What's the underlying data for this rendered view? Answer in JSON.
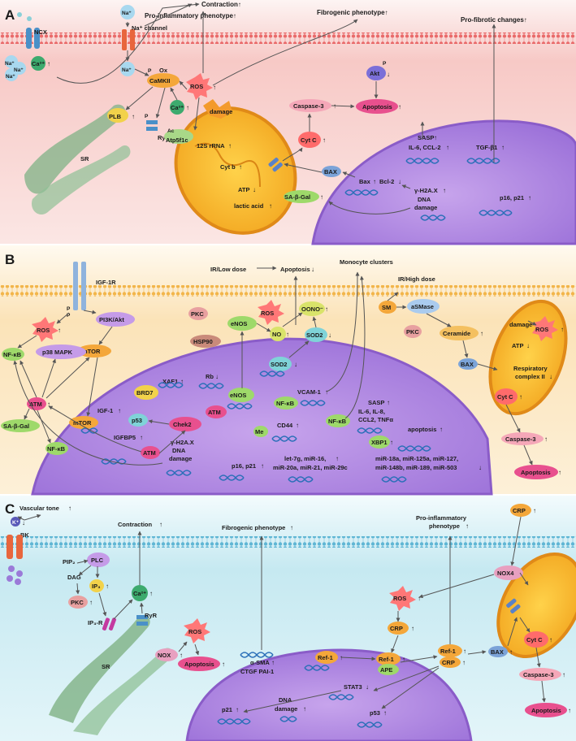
{
  "panels": {
    "a": "A",
    "b": "B",
    "c": "C"
  },
  "labels": {
    "a_contraction": "Contraction↑",
    "a_proinflam": "Pro-inflammatory phenotype↑",
    "a_fibrogenic": "Fibrogenic phenotype↑",
    "a_profibrotic": "Pro-fibrotic changes↑",
    "a_ncx": "NCX",
    "a_na_top": "Na⁺",
    "a_na_channel": "Na⁺ channel",
    "a_na_cyto": "Na⁺",
    "a_na_cluster": "Na⁺",
    "a_ca_left": "Ca²⁺",
    "a_ox": "Ox",
    "a_p1": "P",
    "a_camkii": "CaMKII",
    "a_plb": "PLB",
    "a_ryr": "RyR",
    "a_ca_sr": "Ca²⁺",
    "a_ros": "ROS",
    "a_sr": "SR",
    "a_damage": "damage",
    "a_ac": "Ac",
    "a_atp5f1c": "Atp5f1c",
    "a_rrna": "12S rRNA",
    "a_cytb": "Cyt b",
    "a_atp": "ATP",
    "a_lactic": "lactic acid",
    "a_casp3": "Caspase-3",
    "a_apoptosis": "Apoptosis",
    "a_akt": "Akt",
    "a_cytc": "Cyt C",
    "a_sasp": "SASP",
    "a_il6": "IL-6, CCL-2",
    "a_tgfb": "TGF-β1",
    "a_bax": "BAX",
    "a_bax_bcl": "Bax",
    "a_bcl2": "Bcl-2",
    "a_h2ax": "γ-H2A.X",
    "a_dna": "DNA",
    "a_dna_damage": "damage",
    "a_sabgal": "SA-β-Gal",
    "a_p16": "p16, p21",
    "b_igf1r": "IGF-1R",
    "b_pi3k": "PI3K/Akt",
    "b_ros": "ROS",
    "b_mtor": "mTOR",
    "b_p38": "p38 MAPK",
    "b_nfkb1": "NF-κB",
    "b_atm1": "ATM",
    "b_sabgal": "SA-β-Gal",
    "b_nfkb2": "NF-κB",
    "b_igf1": "IGF-1",
    "b_mtor2": "mTOR",
    "b_p53": "p53",
    "b_chek2": "Chek2",
    "b_igfbp5": "IGFBP5",
    "b_atm2": "ATM",
    "b_h2ax": "γ-H2A.X",
    "b_dna": "DNA",
    "b_damage": "damage",
    "b_brd7": "BRD7",
    "b_xaf1": "XAF1",
    "b_rb": "Rb",
    "b_atm3": "ATM",
    "b_enos_mem": "eNOS",
    "b_enos_nuc": "eNOS",
    "b_pkc": "PKC",
    "b_hsp90": "HSP90",
    "b_ros2": "ROS",
    "b_irlow": "IR/Low dose",
    "b_apoptosis_dn": "Apoptosis",
    "b_no": "NO",
    "b_oono": "OONO⁻",
    "b_sod2a": "SOD2",
    "b_sod2b": "SOD2",
    "b_monocyte": "Monocyte clusters",
    "b_vcam": "VCAM-1",
    "b_nfkb3": "NF-κB",
    "b_cd44": "CD44",
    "b_me": "Me",
    "b_nfkb4": "NF-κB",
    "b_sasp": "SASP",
    "b_ils": "IL-6, IL-8,",
    "b_ccl": "CCL2, TNFα",
    "b_apop_nuc": "apoptosis",
    "b_xbp1": "XBP1",
    "b_p16": "p16, p21",
    "b_mir1a": "let-7g, miR-16,",
    "b_mir1b": "miR-20a, miR-21, miR-29c",
    "b_mir2a": "miR-18a, miR-125a, miR-127,",
    "b_mir2b": "miR-148b, miR-189, miR-503",
    "b_irhigh": "IR/High dose",
    "b_sm": "SM",
    "b_asmase": "aSMase",
    "b_pkc2": "PKC",
    "b_ceramide": "Ceramide",
    "b_bax": "BAX",
    "b_damage_mito": "damage",
    "b_ros3": "ROS",
    "b_atp": "ATP",
    "b_resp1": "Respiratory",
    "b_resp2": "complex II",
    "b_cytc": "Cyt C",
    "b_casp3": "Caspase-3",
    "b_apoptosis": "Apoptosis",
    "c_vascular": "Vascular tone",
    "c_k": "K⁺",
    "c_bk": "BK",
    "c_pip2": "PIP₂",
    "c_plc": "PLC",
    "c_dag": "DAG",
    "c_ip3": "IP₃",
    "c_pkc": "PKC",
    "c_ip3r": "IP₃-R",
    "c_ca": "Ca²⁺",
    "c_ryr": "RyR",
    "c_contraction": "Contraction",
    "c_ros": "ROS",
    "c_sr": "SR",
    "c_nox": "NOX",
    "c_apoptosis": "Apoptosis",
    "c_fibrogenic": "Fibrogenic phenotype",
    "c_asma": "α-SMA",
    "c_ctgf": "CTGF PAI-1",
    "c_ref1a": "Ref-1",
    "c_ref1b": "Ref-1",
    "c_ape": "APE",
    "c_stat3": "STAT3",
    "c_p21": "p21",
    "c_dna": "DNA",
    "c_damage": "damage",
    "c_p53": "p53",
    "c_proinflam1": "Pro-inflammatory",
    "c_proinflam2": "phenotype",
    "c_ref1c": "Ref-1",
    "c_crp_mid": "CRP",
    "c_crp_cyto": "CRP",
    "c_crp_top": "CRP",
    "c_ros2": "ROS",
    "c_nox4": "NOX4",
    "c_bax": "BAX",
    "c_cytc": "Cyt C",
    "c_casp3": "Caspase-3",
    "c_apoptosis2": "Apoptosis"
  }
}
